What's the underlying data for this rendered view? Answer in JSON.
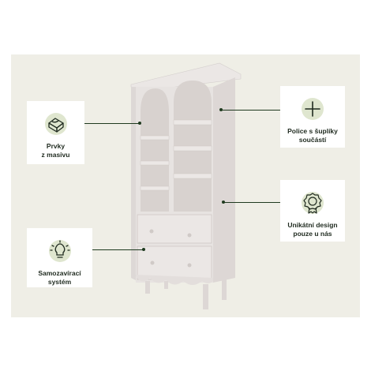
{
  "features": [
    {
      "icon": "wood-block-icon",
      "lines": [
        "Prvky",
        "z masivu"
      ]
    },
    {
      "icon": "lightbulb-icon",
      "lines": [
        "Samozavírací",
        "systém"
      ]
    },
    {
      "icon": "plus-icon",
      "lines": [
        "Police s šuplíky",
        "součástí"
      ]
    },
    {
      "icon": "award-badge-icon",
      "lines": [
        "Unikátní design",
        "pouze u nás"
      ]
    }
  ],
  "colors": {
    "accent": "#1f3a1f",
    "background": "#efeee6",
    "product": "#e6e1df"
  }
}
